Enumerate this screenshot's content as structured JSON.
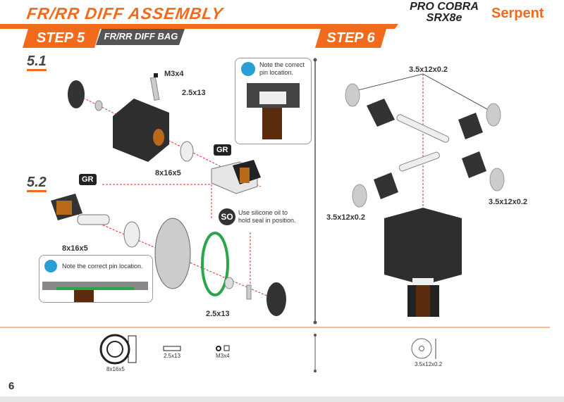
{
  "header": {
    "title": "FR/RR DIFF ASSEMBLY",
    "logo_product": "PRO COBRA SRX8e",
    "logo_brand": "Serpent"
  },
  "step5": {
    "label": "STEP 5",
    "bag": "FR/RR DIFF BAG",
    "sub1": "5.1",
    "sub2": "5.2",
    "labels": {
      "m3x4": "M3x4",
      "pin1": "2.5x13",
      "bearing1": "8x16x5",
      "gr1": "GR",
      "gr2": "GR",
      "bearing2": "8x16x5",
      "pin2": "2.5x13",
      "so": "SO",
      "so_note": "Use silicone oil to hold seal in position."
    },
    "callout1": "Note the correct pin location.",
    "callout2": "Note the correct pin location."
  },
  "step6": {
    "label": "STEP 6",
    "labels": [
      "3.5x12x0.2",
      "3.5x12x0.2",
      "3.5x12x0.2"
    ]
  },
  "parts": {
    "step5": [
      "8x16x5",
      "2.5x13",
      "M3x4"
    ],
    "step6": [
      "3.5x12x0.2"
    ]
  },
  "page_number": "6",
  "colors": {
    "accent": "#f26a1b",
    "dark": "#3a3a3a"
  }
}
